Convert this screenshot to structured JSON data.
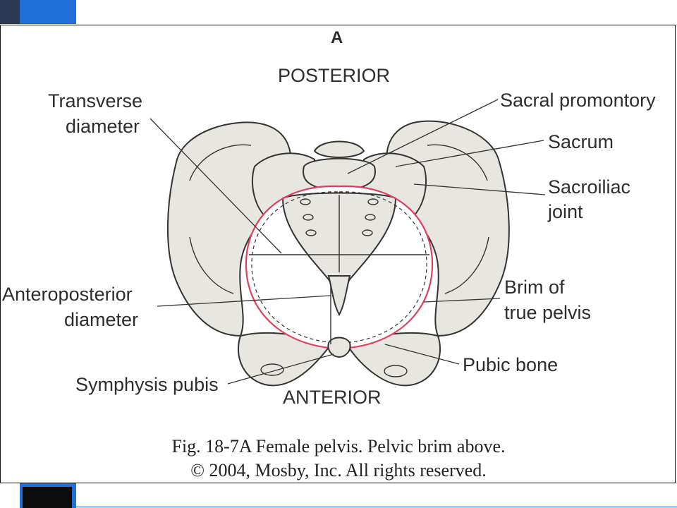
{
  "panel_letter": "A",
  "orientation": {
    "top": "POSTERIOR",
    "bottom": "ANTERIOR"
  },
  "labels": {
    "transverse_diameter": [
      "Transverse",
      "diameter"
    ],
    "sacral_promontory": "Sacral promontory",
    "sacrum": "Sacrum",
    "sacroiliac_joint": [
      "Sacroiliac",
      "joint"
    ],
    "anteroposterior_diameter": [
      "Anteroposterior",
      "diameter"
    ],
    "brim_of_true_pelvis": [
      "Brim of",
      "true pelvis"
    ],
    "pubic_bone": "Pubic bone",
    "symphysis_pubis": "Symphysis pubis"
  },
  "caption": {
    "line1": "Fig. 18-7A Female pelvis. Pelvic brim above.",
    "line2": "© 2004, Mosby, Inc. All rights reserved."
  },
  "colors": {
    "bone_fill": "#e8e6e1",
    "outline": "#333333",
    "brim_line": "#e0405e",
    "slide_accent": "#1f6fd6"
  }
}
